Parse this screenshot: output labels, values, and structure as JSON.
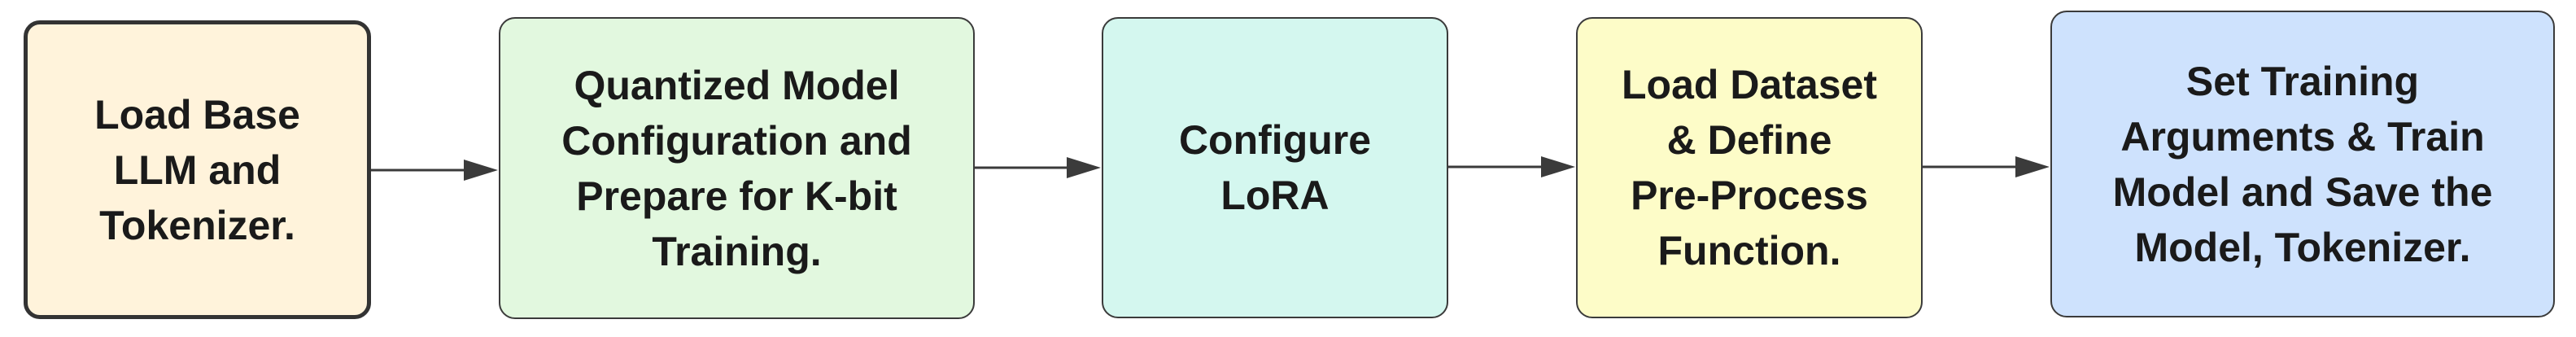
{
  "diagram": {
    "nodes": [
      {
        "id": "load-base-llm",
        "label": "Load Base\nLLM and\nTokenizer.",
        "fill": "#FFF3DB"
      },
      {
        "id": "quantized-model-config",
        "label": "Quantized Model\nConfiguration and\nPrepare for K-bit\nTraining.",
        "fill": "#E2F8DF"
      },
      {
        "id": "configure-lora",
        "label": "Configure\nLoRA",
        "fill": "#D4F7EF"
      },
      {
        "id": "load-dataset",
        "label": "Load Dataset\n& Define\nPre-Process\nFunction.",
        "fill": "#FDFCC8"
      },
      {
        "id": "set-training-args",
        "label": "Set Training\nArguments & Train\nModel and Save the\nModel, Tokenizer.",
        "fill": "#CEE2FD"
      }
    ],
    "edges": [
      {
        "from": "load-base-llm",
        "to": "quantized-model-config"
      },
      {
        "from": "quantized-model-config",
        "to": "configure-lora"
      },
      {
        "from": "configure-lora",
        "to": "load-dataset"
      },
      {
        "from": "load-dataset",
        "to": "set-training-args"
      }
    ],
    "colors": {
      "stroke": "#3b3b3b",
      "text": "#1a1a1a"
    }
  }
}
